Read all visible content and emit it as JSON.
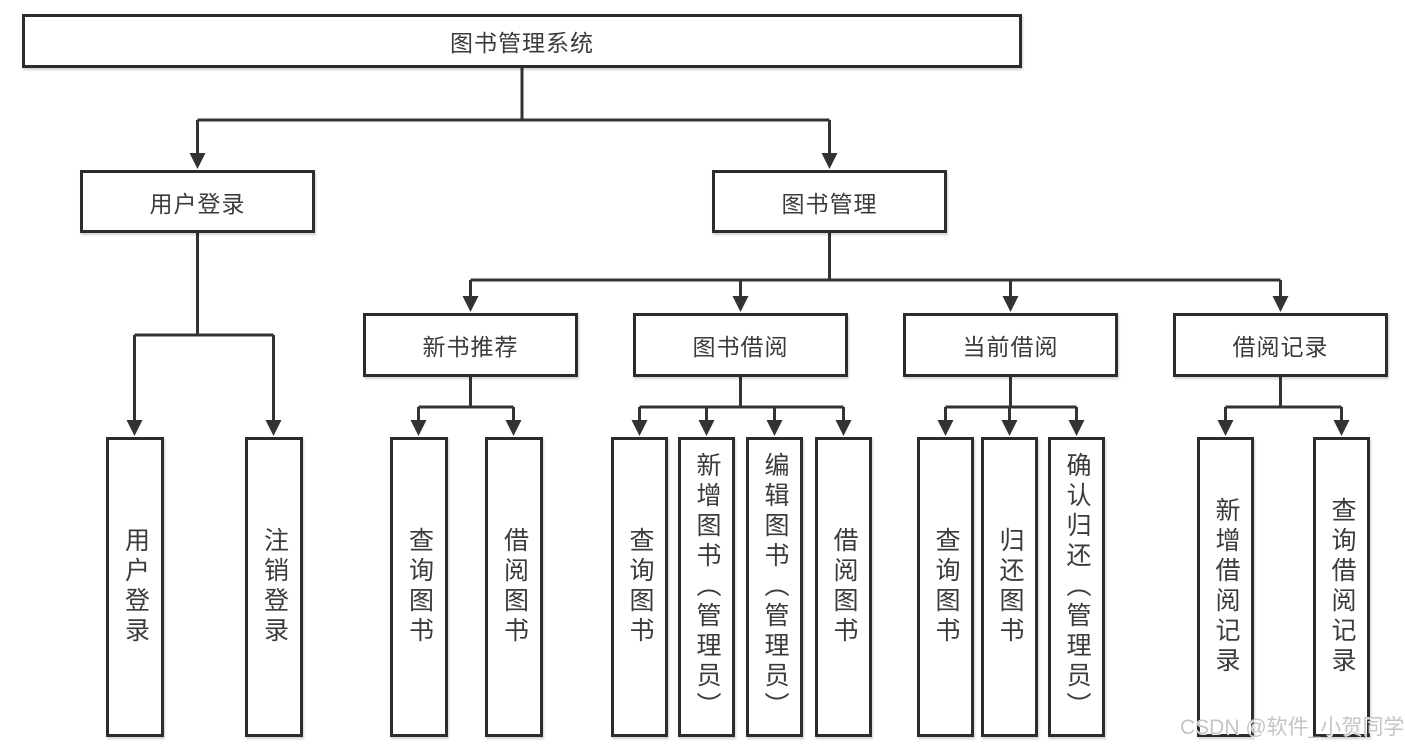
{
  "diagram": {
    "root": {
      "label": "图书管理系统"
    },
    "branches": [
      {
        "label": "用户登录",
        "children": [
          {
            "label": "用户登录"
          },
          {
            "label": "注销登录"
          }
        ]
      },
      {
        "label": "图书管理",
        "children": [
          {
            "label": "新书推荐",
            "children": [
              {
                "label": "查询图书"
              },
              {
                "label": "借阅图书"
              }
            ]
          },
          {
            "label": "图书借阅",
            "children": [
              {
                "label": "查询图书"
              },
              {
                "label": "新增图书（管理员）"
              },
              {
                "label": "编辑图书（管理员）"
              },
              {
                "label": "借阅图书"
              }
            ]
          },
          {
            "label": "当前借阅",
            "children": [
              {
                "label": "查询图书"
              },
              {
                "label": "归还图书"
              },
              {
                "label": "确认归还（管理员）"
              }
            ]
          },
          {
            "label": "借阅记录",
            "children": [
              {
                "label": "新增借阅记录"
              },
              {
                "label": "查询借阅记录"
              }
            ]
          }
        ]
      }
    ],
    "colors": {
      "line": "#333333",
      "box_border": "#2c2c2c",
      "text": "#3b3b3b",
      "watermark": "#c5c5c5"
    },
    "watermark": "CSDN @软件_小贺同学"
  }
}
